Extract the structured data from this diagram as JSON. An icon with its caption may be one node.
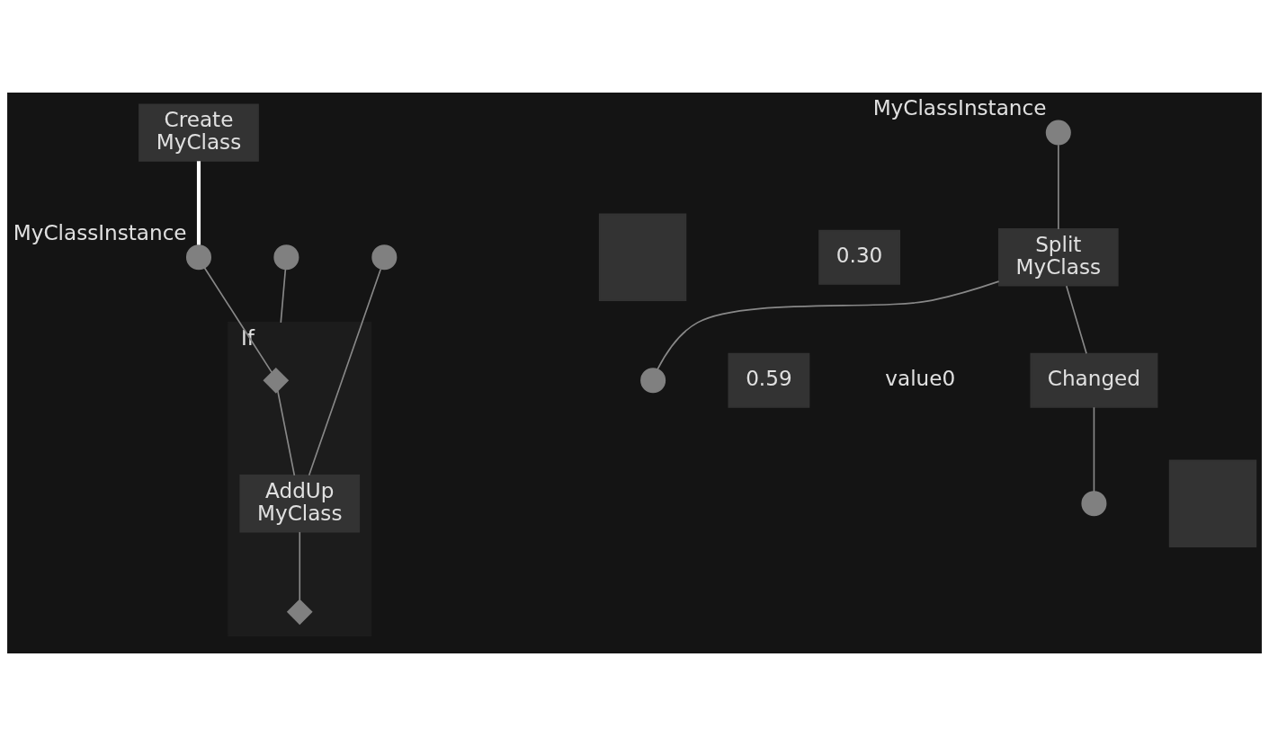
{
  "diagram": {
    "nodes": [
      {
        "text": [
          "Create",
          "MyClass"
        ]
      },
      {
        "text": [],
        "shape": "circle",
        "beside": [
          "MyClassInstance"
        ]
      },
      {
        "text": [],
        "shape": "circle"
      },
      {
        "text": [],
        "shape": "box"
      },
      {
        "text": [],
        "shape": "circle"
      },
      {
        "text": [
          "0.30"
        ]
      },
      {
        "text": [
          "If"
        ]
      },
      {
        "text": [],
        "shape": "diamond",
        "in": 6
      },
      {
        "text": [
          "AddUp",
          "MyClass"
        ],
        "in": 6
      },
      {
        "text": [],
        "shape": "diamond",
        "in": 6
      },
      {
        "text": [],
        "shape": "circle",
        "beside": [
          "MyClassInstance"
        ]
      },
      {
        "text": [
          "Split",
          "MyClass"
        ]
      },
      {
        "text": [],
        "shape": "circle"
      },
      {
        "text": [
          "0.59"
        ]
      },
      {
        "text": [
          "Changed"
        ]
      },
      {
        "text": [],
        "shape": "circle"
      },
      {
        "text": [],
        "shape": "box"
      }
    ],
    "edges": [
      {
        "from": 0,
        "to": 1,
        "arrow": "none",
        "style": "thick",
        "color": "#ffffff"
      },
      {
        "from": 1,
        "to": 7,
        "arrow": "none"
      },
      {
        "from": 2,
        "to": 6,
        "arrow": "none"
      },
      {
        "from": 7,
        "to": 8,
        "arrow": "none"
      },
      {
        "from": 4,
        "to": 8,
        "arrow": "none"
      },
      {
        "from": 8,
        "to": 9,
        "arrow": "none"
      },
      {
        "from": 10,
        "to": 11,
        "arrow": "none"
      },
      {
        "from": 11,
        "to": 12,
        "arrow": "none"
      },
      {
        "from": 11,
        "to": 14,
        "arrow": "none"
      },
      {
        "from": 14,
        "to": 15,
        "arrow": "none"
      }
    ],
    "labels": [
      "value0"
    ]
  }
}
